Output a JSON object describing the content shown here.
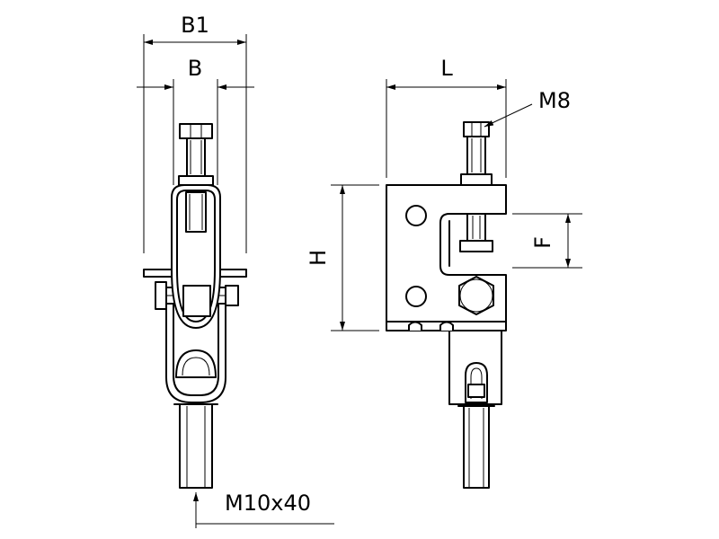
{
  "labels": {
    "b1": "B1",
    "b": "B",
    "l": "L",
    "m8": "M8",
    "h": "H",
    "f": "F",
    "m10x40": "M10x40"
  },
  "colors": {
    "line": "#000000",
    "background": "#ffffff"
  }
}
